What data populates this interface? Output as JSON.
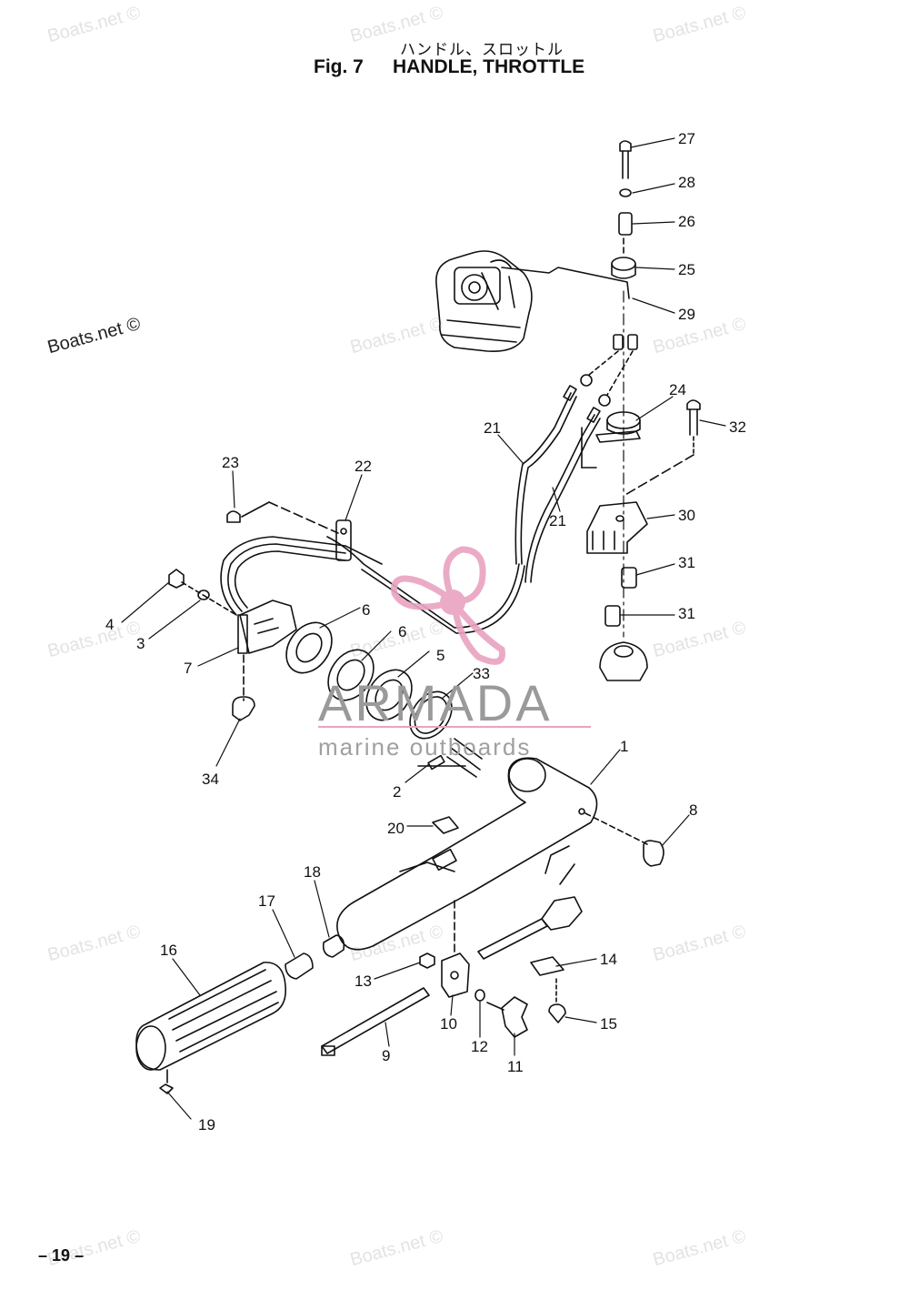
{
  "header": {
    "jp_title": "ハンドル、スロットル",
    "fig_label": "Fig. 7",
    "en_title": "HANDLE, THROTTLE"
  },
  "footer": {
    "page_number": "– 19 –"
  },
  "watermark": {
    "text": "Boats.net ©"
  },
  "brand": {
    "name": "ARMADA",
    "subtitle": "marine outboards",
    "accent_color": "#e9a3c1"
  },
  "callouts": [
    {
      "id": "c1",
      "label": "1"
    },
    {
      "id": "c2",
      "label": "2"
    },
    {
      "id": "c3",
      "label": "3"
    },
    {
      "id": "c4",
      "label": "4"
    },
    {
      "id": "c5",
      "label": "5"
    },
    {
      "id": "c6a",
      "label": "6"
    },
    {
      "id": "c6b",
      "label": "6"
    },
    {
      "id": "c7",
      "label": "7"
    },
    {
      "id": "c8",
      "label": "8"
    },
    {
      "id": "c9",
      "label": "9"
    },
    {
      "id": "c10",
      "label": "10"
    },
    {
      "id": "c11",
      "label": "11"
    },
    {
      "id": "c12",
      "label": "12"
    },
    {
      "id": "c13",
      "label": "13"
    },
    {
      "id": "c14",
      "label": "14"
    },
    {
      "id": "c15",
      "label": "15"
    },
    {
      "id": "c16",
      "label": "16"
    },
    {
      "id": "c17",
      "label": "17"
    },
    {
      "id": "c18",
      "label": "18"
    },
    {
      "id": "c19",
      "label": "19"
    },
    {
      "id": "c20",
      "label": "20"
    },
    {
      "id": "c21a",
      "label": "21"
    },
    {
      "id": "c21b",
      "label": "21"
    },
    {
      "id": "c22",
      "label": "22"
    },
    {
      "id": "c23",
      "label": "23"
    },
    {
      "id": "c24",
      "label": "24"
    },
    {
      "id": "c25",
      "label": "25"
    },
    {
      "id": "c26",
      "label": "26"
    },
    {
      "id": "c27",
      "label": "27"
    },
    {
      "id": "c28",
      "label": "28"
    },
    {
      "id": "c29",
      "label": "29"
    },
    {
      "id": "c30",
      "label": "30"
    },
    {
      "id": "c31a",
      "label": "31"
    },
    {
      "id": "c31b",
      "label": "31"
    },
    {
      "id": "c32",
      "label": "32"
    },
    {
      "id": "c33",
      "label": "33"
    },
    {
      "id": "c34",
      "label": "34"
    }
  ]
}
